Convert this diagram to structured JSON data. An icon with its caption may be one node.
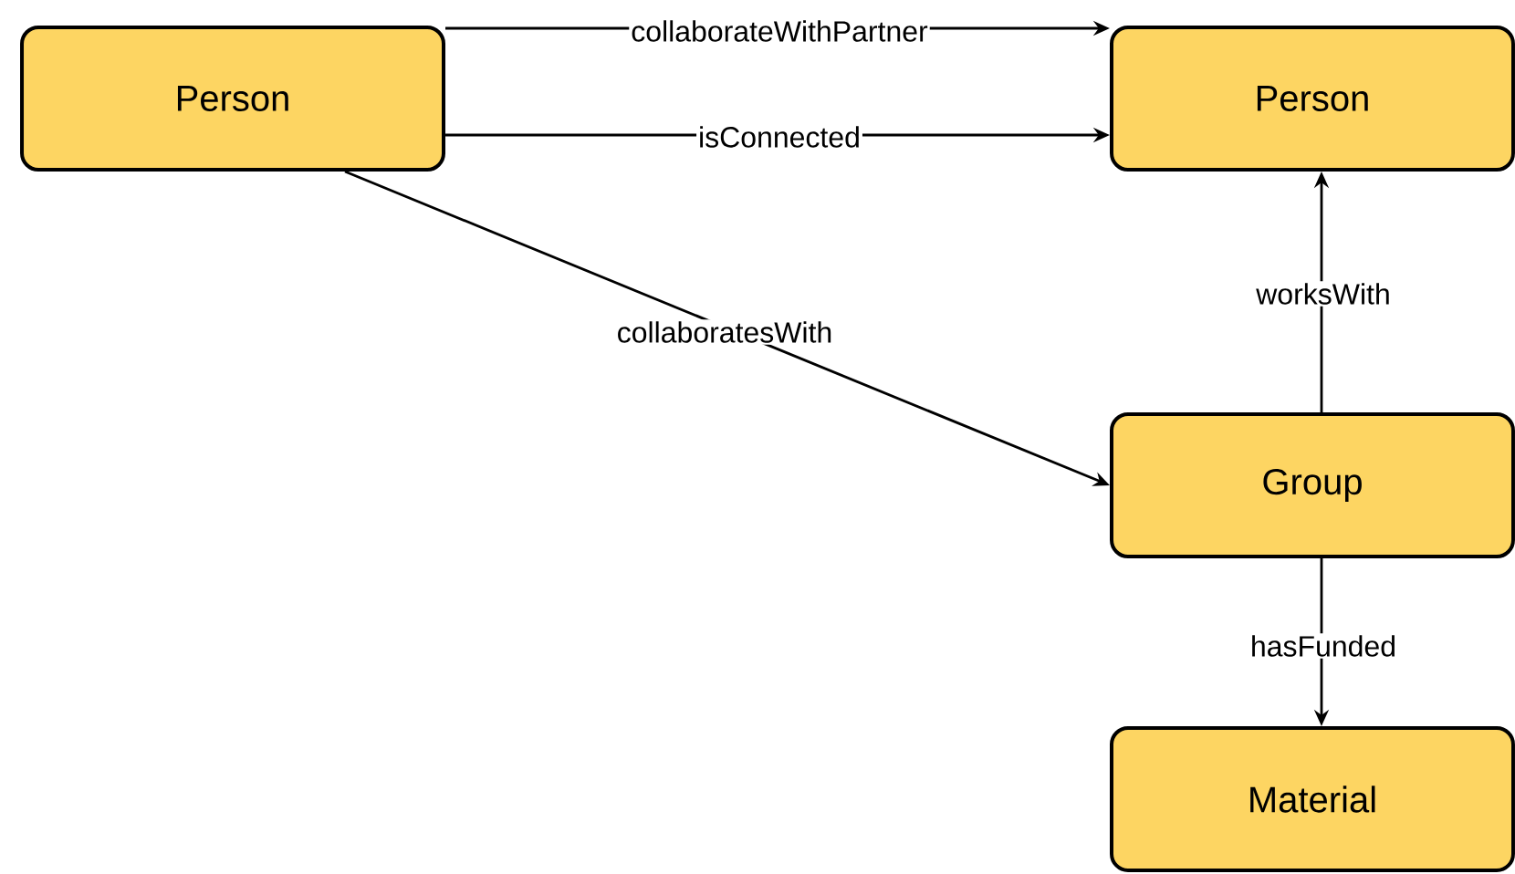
{
  "diagram": {
    "nodes": [
      {
        "text": [
          "Person"
        ]
      },
      {
        "text": [
          "Person"
        ]
      },
      {
        "text": [
          "Group"
        ]
      },
      {
        "text": [
          "Material"
        ]
      }
    ],
    "edges": [
      {
        "from": 0,
        "to": 1,
        "arrow": "to",
        "label": "collaborateWithPartner"
      },
      {
        "from": 0,
        "to": 1,
        "arrow": "to",
        "label": "isConnected"
      },
      {
        "from": 0,
        "to": 2,
        "arrow": "to",
        "label": "collaboratesWith"
      },
      {
        "from": 2,
        "to": 1,
        "arrow": "to",
        "label": "worksWith"
      },
      {
        "from": 2,
        "to": 3,
        "arrow": "to",
        "label": "hasFunded"
      }
    ]
  }
}
